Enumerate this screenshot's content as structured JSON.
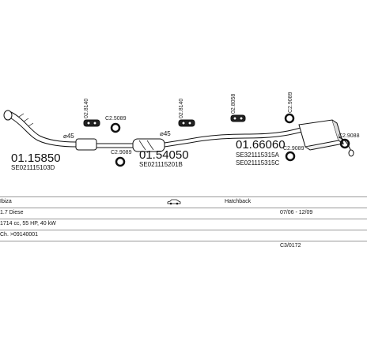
{
  "parts": {
    "p1": {
      "number": "01.15850",
      "ref": "SE021115103D"
    },
    "p2": {
      "number": "01.54050",
      "ref": "SE021115201B"
    },
    "p3": {
      "number": "01.66060",
      "ref_a": "SE321115315A",
      "ref_c": "SE021115315C"
    },
    "dia1": "⌀45",
    "dia2": "⌀45",
    "c1": "02.8140",
    "c2": "C2.5089",
    "c3": "C2.9089",
    "c4": "02.8140",
    "c5": "02.8058",
    "c6": "C2.9089",
    "c7": "C2.9089",
    "c8": "C2.9088"
  },
  "info": {
    "model": "Ibiza",
    "body_type": "Hatchback",
    "engine": "1.7 Diese",
    "years": "07/06 - 12/09",
    "specs": "1714 cc, 55 HP, 40 kW",
    "chassis": "Ch. >09140001",
    "code": "C3/0172"
  }
}
